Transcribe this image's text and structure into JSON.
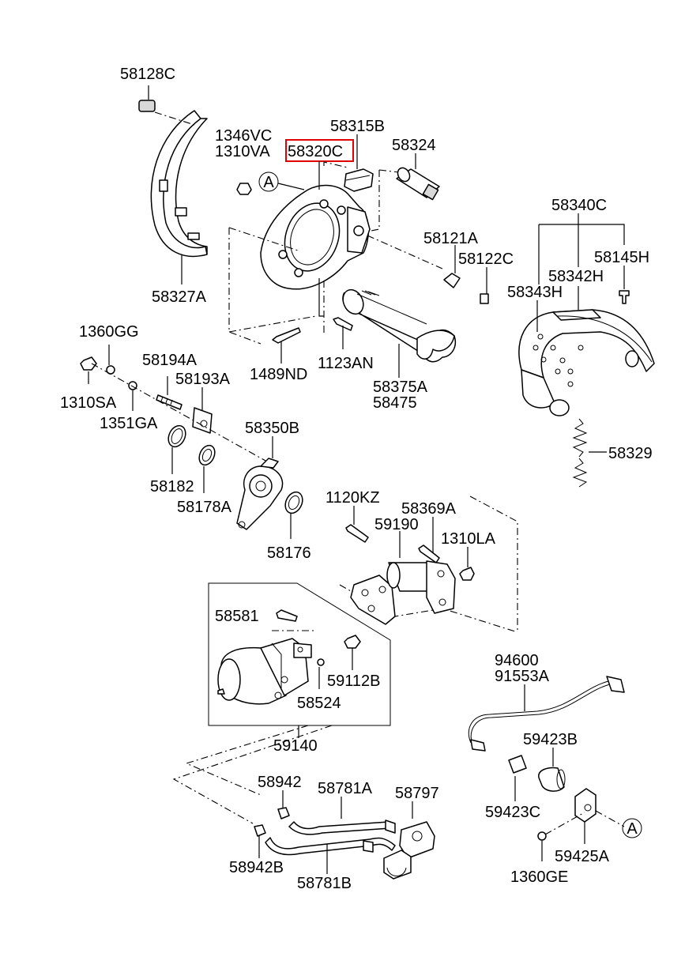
{
  "labels": {
    "p58128C": "58128C",
    "p1346VC": "1346VC",
    "p1310VA": "1310VA",
    "p58320C": "58320C",
    "p58315B": "58315B",
    "p58324": "58324",
    "p58327A": "58327A",
    "p58121A": "58121A",
    "p58122C": "58122C",
    "p58340C": "58340C",
    "p58145H": "58145H",
    "p58342H": "58342H",
    "p58343H": "58343H",
    "p1360GG": "1360GG",
    "p58194A": "58194A",
    "p58193A": "58193A",
    "p1310SA": "1310SA",
    "p1351GA": "1351GA",
    "p1489ND": "1489ND",
    "p1123AN": "1123AN",
    "p58375A": "58375A",
    "p58475": "58475",
    "p58350B": "58350B",
    "p58329": "58329",
    "p58182": "58182",
    "p58178A": "58178A",
    "p58176": "58176",
    "p1120KZ": "1120KZ",
    "p58369A": "58369A",
    "p59190": "59190",
    "p1310LA": "1310LA",
    "p58581": "58581",
    "p59112B": "59112B",
    "p58524": "58524",
    "p59140": "59140",
    "p94600": "94600",
    "p91553A": "91553A",
    "p59423B": "59423B",
    "p59423C": "59423C",
    "p58942": "58942",
    "p58781A": "58781A",
    "p58797": "58797",
    "p59425A": "59425A",
    "p1360GE": "1360GE",
    "p58942B": "58942B",
    "p58781B": "58781B"
  },
  "markers": {
    "ref_top": "A",
    "ref_bottom": "A"
  },
  "highlighted_part": "58320C",
  "colors": {
    "highlight": "#e00000",
    "line": "#000000",
    "fill": "#ffffff",
    "shade": "#d9d9d9"
  }
}
